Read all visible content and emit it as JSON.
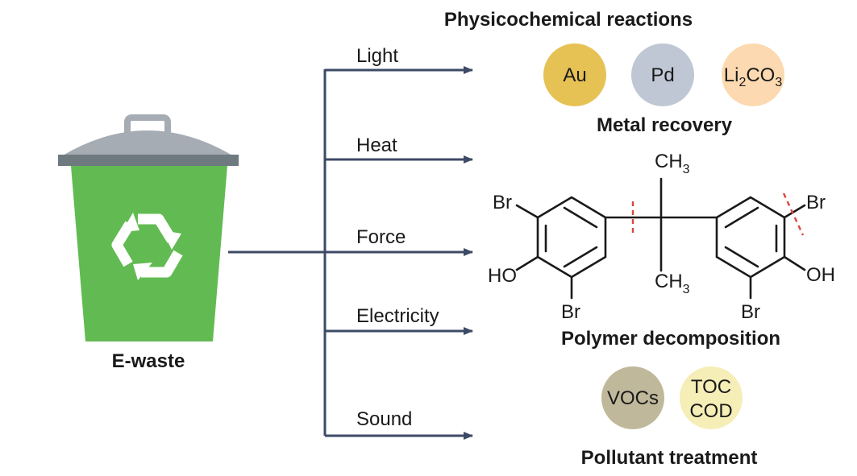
{
  "title": "Physicochemical reactions",
  "source": {
    "label": "E-waste"
  },
  "branches": [
    {
      "label": "Light"
    },
    {
      "label": "Heat"
    },
    {
      "label": "Force"
    },
    {
      "label": "Electricity"
    },
    {
      "label": "Sound"
    }
  ],
  "metal_recovery": {
    "heading": "Metal recovery",
    "metals": [
      {
        "label": "Au",
        "color": "#e6c255"
      },
      {
        "label": "Pd",
        "color": "#bfc7d4"
      },
      {
        "label_main": "Li",
        "sub1": "2",
        "label_mid": "CO",
        "sub2": "3",
        "color": "#fcd9b0"
      }
    ]
  },
  "polymer": {
    "heading": "Polymer decomposition",
    "atoms": {
      "br_left_top": "Br",
      "ho_left": "HO",
      "br_left_bottom": "Br",
      "ch3_top_main": "CH",
      "ch3_top_sub": "3",
      "ch3_bottom_main": "CH",
      "ch3_bottom_sub": "3",
      "br_right_top": "Br",
      "oh_right": "OH",
      "br_right_bottom": "Br"
    }
  },
  "pollutant": {
    "heading": "Pollutant treatment",
    "items": [
      {
        "line1": "VOCs",
        "line2": "",
        "color": "#c0b89b"
      },
      {
        "line1": "TOC",
        "line2": "COD",
        "color": "#f5eeb6"
      }
    ]
  },
  "colors": {
    "line": "#3d4a66",
    "bin_green": "#62bb52",
    "bin_lid": "#a5acb3",
    "bin_rim": "#6f7980",
    "cut_mark": "#d9473f",
    "bond": "#1a1a1a"
  }
}
